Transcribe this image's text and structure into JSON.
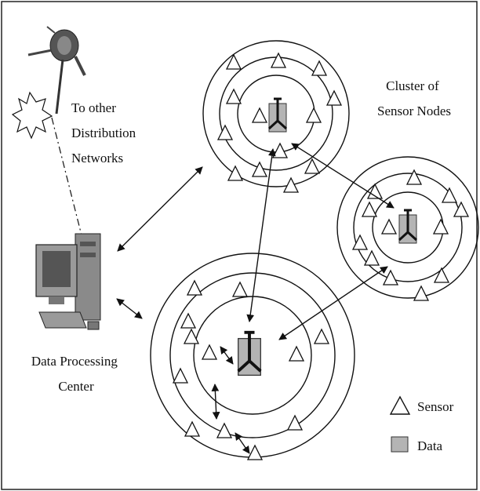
{
  "labels": {
    "external": [
      "To other",
      "Distribution",
      "Networks"
    ],
    "cluster": [
      "Cluster of",
      "Sensor Nodes"
    ],
    "center": [
      "Data Processing",
      "Center"
    ]
  },
  "legend": {
    "sensor": "Sensor",
    "data": "Data"
  },
  "icons": {
    "satellite": "satellite-dish-icon",
    "burst": "signal-burst-icon",
    "computer": "desktop-computer-icon",
    "sink": "data-sink-node-icon",
    "sensor": "sensor-triangle-icon"
  },
  "colors": {
    "stroke": "#111111",
    "data_fill": "#b4b4b4",
    "sensor_fill": "#ffffff"
  }
}
